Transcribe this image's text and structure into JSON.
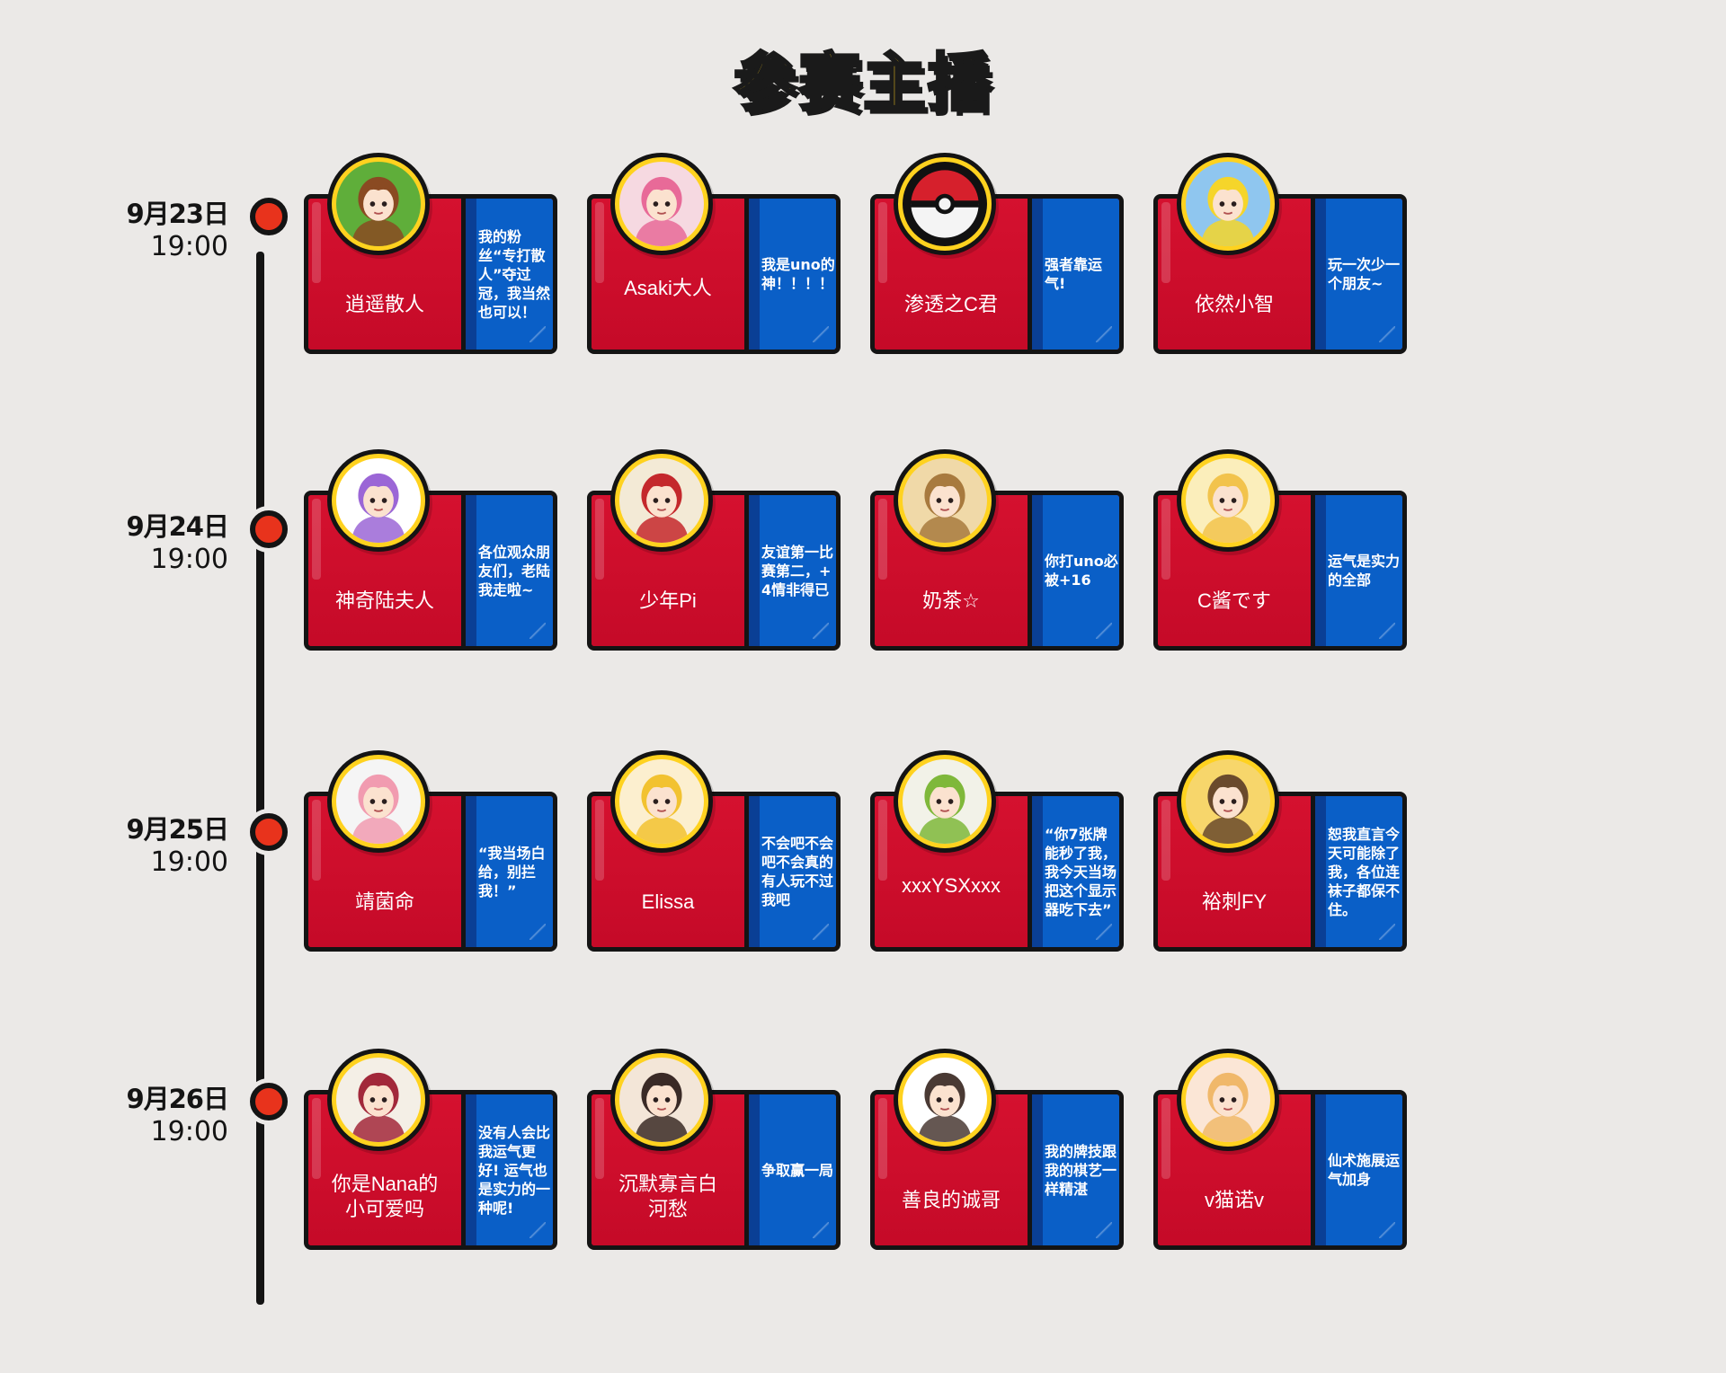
{
  "title": "参赛主播",
  "days": [
    {
      "date": "9月23日",
      "time": "19:00",
      "streamers": [
        {
          "name": "逍遥散人",
          "quote": "我的粉丝“专打散人”夺过冠，我当然也可以！",
          "avatar_icon": "avatar-chibi-girl-icon",
          "bg": "#5fae3a",
          "fg": "#8a4a22"
        },
        {
          "name": "Asaki大人",
          "quote": "我是uno的神！！！！",
          "avatar_icon": "avatar-pink-hat-girl-icon",
          "bg": "#f6d9e1",
          "fg": "#e86a98"
        },
        {
          "name": "渗透之C君",
          "quote": "强者靠运气!",
          "avatar_icon": "pokeball-icon",
          "bg": "#111111",
          "fg": "#d6202c"
        },
        {
          "name": "依然小智",
          "quote": "玩一次少一个朋友~",
          "avatar_icon": "avatar-trainer-pikachu-icon",
          "bg": "#8fc6ef",
          "fg": "#f5d52a"
        }
      ]
    },
    {
      "date": "9月24日",
      "time": "19:00",
      "streamers": [
        {
          "name": "神奇陆夫人",
          "quote": "各位观众朋友们，老陆我走啦~",
          "avatar_icon": "avatar-purple-hair-icon",
          "bg": "#ffffff",
          "fg": "#9b66d6"
        },
        {
          "name": "少年Pi",
          "quote": "友谊第一比赛第二，+4情非得已",
          "avatar_icon": "avatar-cat-santa-hat-icon",
          "bg": "#f3ead6",
          "fg": "#c4282c"
        },
        {
          "name": "奶茶☆",
          "quote": "你打uno必被+16",
          "avatar_icon": "avatar-brown-hair-boy-icon",
          "bg": "#f0d9a8",
          "fg": "#a87a3e"
        },
        {
          "name": "C酱です",
          "quote": "运气是实力的全部",
          "avatar_icon": "avatar-blonde-girl-icon",
          "bg": "#fbeebb",
          "fg": "#f2c34c"
        }
      ]
    },
    {
      "date": "9月25日",
      "time": "19:00",
      "streamers": [
        {
          "name": "靖菌命",
          "quote": "“我当场白给，别拦我！”",
          "avatar_icon": "avatar-pink-hair-headphones-icon",
          "bg": "#f5f5f5",
          "fg": "#f19bb0"
        },
        {
          "name": "Elissa",
          "quote": "不会吧不会吧不会真的有人玩不过我吧",
          "avatar_icon": "avatar-duck-hood-girl-icon",
          "bg": "#fcefcf",
          "fg": "#f2c230"
        },
        {
          "name": "xxxYSXxxx",
          "quote": "“你7张牌能秒了我，我今天当场把这个显示器吃下去”",
          "avatar_icon": "avatar-flowers-icon",
          "bg": "#f2f2e8",
          "fg": "#7fb83a"
        },
        {
          "name": "裕刺FY",
          "quote": "恕我直言今天可能除了我，各位连袜子都保不住。",
          "avatar_icon": "avatar-glasses-girl-icon",
          "bg": "#f7d66b",
          "fg": "#6a4a2c"
        }
      ]
    },
    {
      "date": "9月26日",
      "time": "19:00",
      "streamers": [
        {
          "name": "你是Nana的小可爱吗",
          "quote": "没有人会比我运气更好! 运气也是实力的一种呢!",
          "avatar_icon": "avatar-beret-girl-icon",
          "bg": "#f4efe6",
          "fg": "#a2283a"
        },
        {
          "name": "沉默寡言白河愁",
          "quote": "争取赢一局",
          "avatar_icon": "avatar-twin-tail-girl-icon",
          "bg": "#f3e6d8",
          "fg": "#3a2a26"
        },
        {
          "name": "善良的诚哥",
          "quote": "我的牌技跟我的棋艺一样精湛",
          "avatar_icon": "avatar-glasses-boy-icon",
          "bg": "#ffffff",
          "fg": "#4a3a34"
        },
        {
          "name": "v猫诺v",
          "quote": "仙术施展运气加身",
          "avatar_icon": "avatar-catgirl-icon",
          "bg": "#fbe6d6",
          "fg": "#f0b86a"
        }
      ]
    }
  ]
}
